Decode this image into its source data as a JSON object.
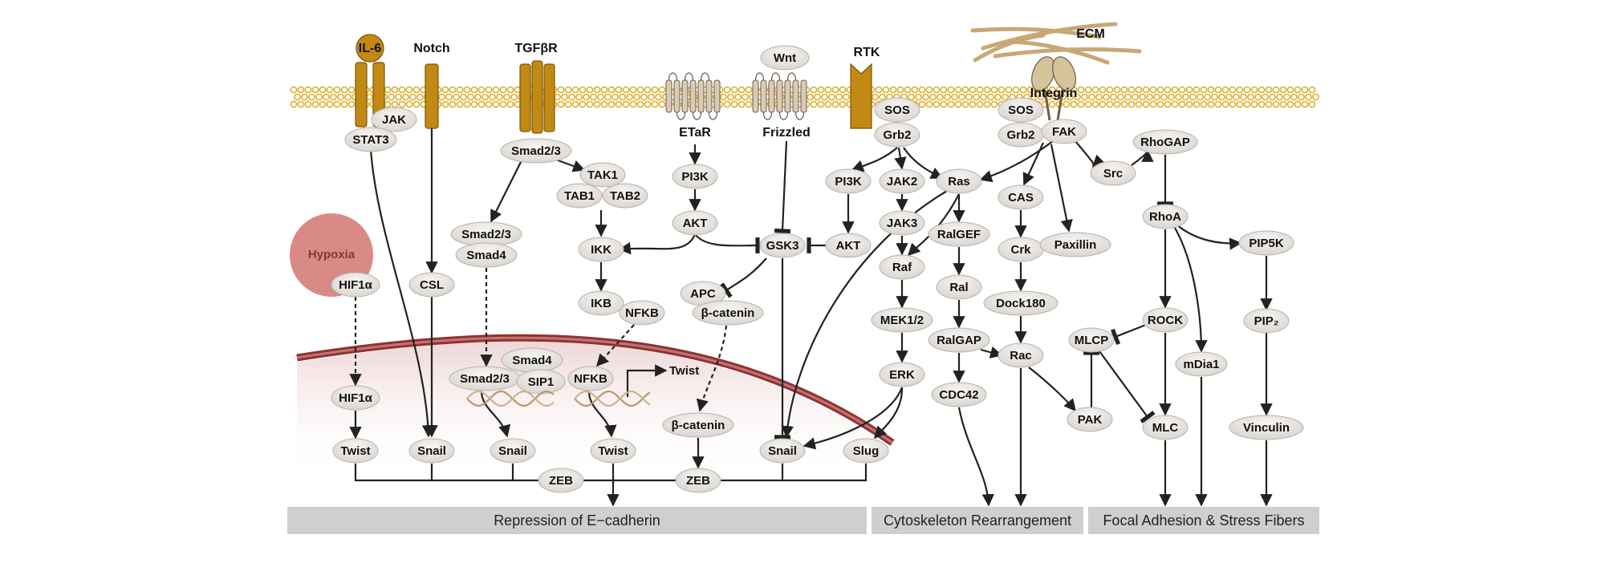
{
  "receptors": {
    "il6": "IL-6",
    "notch": "Notch",
    "tgfbr": "TGFβR",
    "wnt": "Wnt",
    "rtk": "RTK",
    "ecm": "ECM",
    "integrin": "Integrin",
    "etar": "ETaR",
    "frizzled": "Frizzled"
  },
  "stimuli": {
    "hypoxia": "Hypoxia"
  },
  "nodes": {
    "jak": "JAK",
    "stat3": "STAT3",
    "smad23_a": "Smad2/3",
    "tak1": "TAK1",
    "tab1": "TAB1",
    "tab2": "TAB2",
    "smad23_b": "Smad2/3",
    "smad4_a": "Smad4",
    "hif1a_a": "HIF1α",
    "csl": "CSL",
    "pi3k_a": "PI3K",
    "akt_a": "AKT",
    "ikk": "IKK",
    "ikb": "IKB",
    "nfkb_a": "NFKB",
    "gsk3": "GSK3",
    "apc": "APC",
    "bcat_a": "β-catenin",
    "akt_b": "AKT",
    "pi3k_b": "PI3K",
    "sos_a": "SOS",
    "grb2_a": "Grb2",
    "jak2": "JAK2",
    "jak3": "JAK3",
    "raf": "Raf",
    "mek12": "MEK1/2",
    "erk": "ERK",
    "ras": "Ras",
    "ralgef": "RalGEF",
    "ral": "Ral",
    "ralgap": "RalGAP",
    "cdc42": "CDC42",
    "sos_b": "SOS",
    "grb2_b": "Grb2",
    "fak": "FAK",
    "cas": "CAS",
    "crk": "Crk",
    "paxillin": "Paxillin",
    "dock180": "Dock180",
    "rac": "Rac",
    "pak": "PAK",
    "src": "Src",
    "rhogap": "RhoGAP",
    "rhoa": "RhoA",
    "pip5k": "PIP5K",
    "pip2": "PIP₂",
    "rock": "ROCK",
    "mlcp": "MLCP",
    "mdia1": "mDia1",
    "mlc": "MLC",
    "vinculin": "Vinculin",
    "smad4_b": "Smad4",
    "smad23_c": "Smad2/3",
    "sip1": "SIP1",
    "nfkb_b": "NFKB",
    "twist_gene": "Twist",
    "hif1a_b": "HIF1α",
    "twist_a": "Twist",
    "snail_a": "Snail",
    "snail_b": "Snail",
    "twist_b": "Twist",
    "bcat_b": "β-catenin",
    "snail_c": "Snail",
    "slug": "Slug",
    "zeb_a": "ZEB",
    "zeb_b": "ZEB"
  },
  "outcomes": {
    "ecadherin": "Repression of E−cadherin",
    "cytoskeleton": "Cytoskeleton Rearrangement",
    "focal": "Focal Adhesion & Stress Fibers"
  },
  "colors": {
    "receptor_gold": "#c28a14",
    "membrane": "#dcb030",
    "node_fill": "#e6e2de",
    "nucleus_edge": "#8a3535",
    "hypoxia": "#d98a86",
    "footer_bar": "#cfcfcf",
    "ecm_fiber": "#c7a875"
  }
}
